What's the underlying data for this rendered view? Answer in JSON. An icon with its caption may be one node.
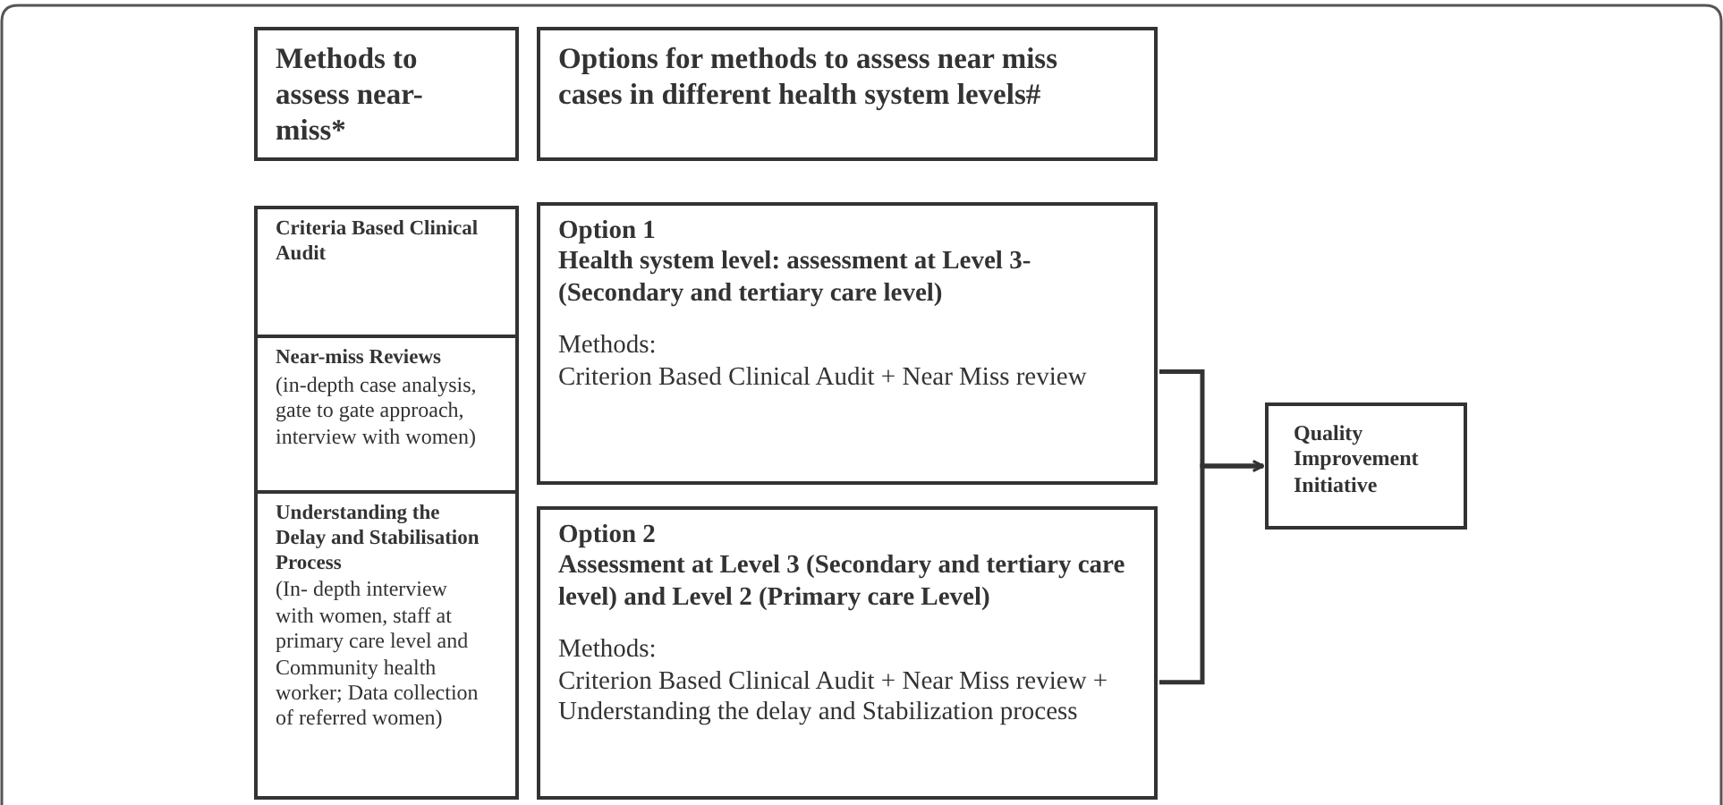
{
  "diagram": {
    "nodes": [
      {
        "text": [
          "Methods to assess near-miss*"
        ]
      },
      {
        "text": [
          "Options for methods to assess near miss cases  in different health system levels#"
        ]
      },
      {
        "text": [
          "Criteria Based Clinical Audit"
        ]
      },
      {
        "text": [
          "Near-miss Reviews",
          "(in-depth case analysis, gate to gate approach, interview with women)"
        ]
      },
      {
        "text": [
          "Understanding the Delay and Stabilisation Process",
          "(In- depth interview with women, staff at primary care level and Community health worker; Data collection of referred women)"
        ]
      },
      {
        "text": [
          "Option 1",
          "Health system level: assessment at Level 3- (Secondary and tertiary care level)",
          "Methods:",
          "Criterion Based Clinical Audit + Near Miss review"
        ]
      },
      {
        "text": [
          "Option 2",
          "Assessment at Level 3 (Secondary and tertiary care level) and Level 2 (Primary care Level)",
          "Methods:",
          "Criterion Based Clinical Audit + Near Miss review + Understanding the delay and Stabilization process"
        ]
      },
      {
        "text": [
          "Quality Improvement Initiative"
        ]
      }
    ],
    "edges": [
      {
        "from": 5,
        "to": 7,
        "arrow": "to"
      },
      {
        "from": 6,
        "to": 7,
        "arrow": "to"
      }
    ]
  }
}
